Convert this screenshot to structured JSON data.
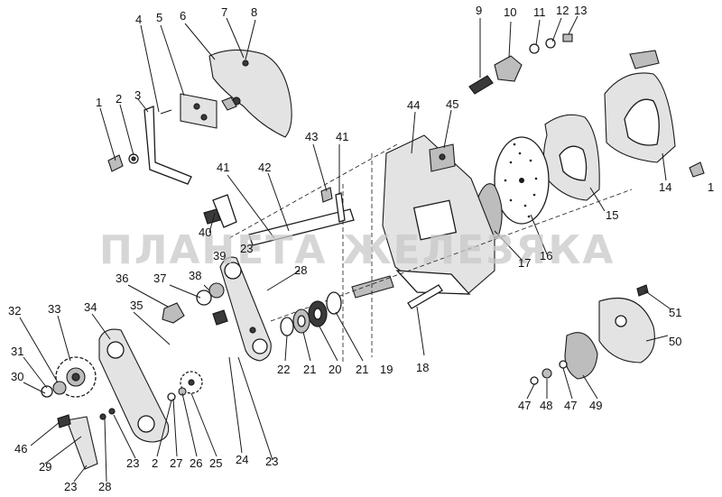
{
  "watermark": "ПЛАНЕТА ЖЕЛЕЗЯКА",
  "callouts": [
    "1",
    "2",
    "3",
    "4",
    "5",
    "6",
    "7",
    "8",
    "9",
    "10",
    "11",
    "12",
    "13",
    "1",
    "14",
    "15",
    "16",
    "17",
    "44",
    "45",
    "43",
    "41",
    "42",
    "41",
    "40",
    "39",
    "23",
    "28",
    "38",
    "37",
    "36",
    "35",
    "34",
    "33",
    "32",
    "31",
    "30",
    "46",
    "29",
    "23",
    "28",
    "23",
    "2",
    "27",
    "26",
    "25",
    "24",
    "23",
    "22",
    "21",
    "20",
    "21",
    "19",
    "18",
    "51",
    "50",
    "49",
    "47",
    "48",
    "47"
  ]
}
